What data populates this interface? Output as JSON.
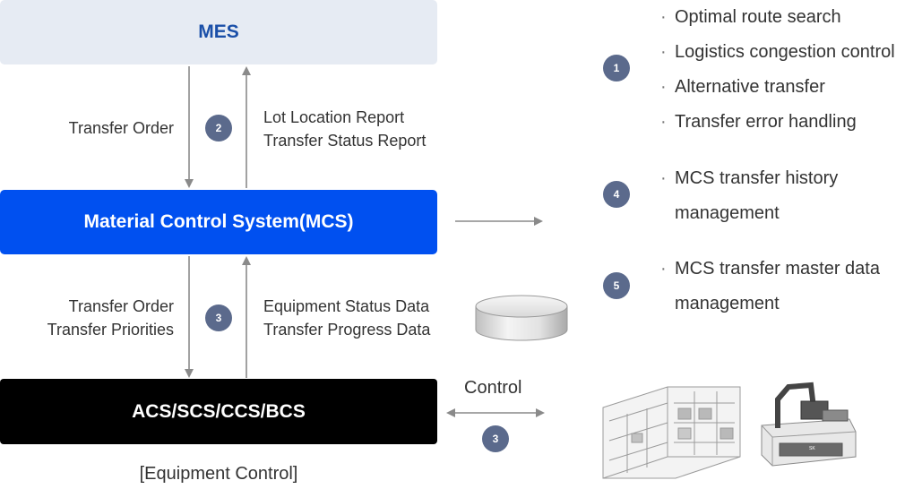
{
  "boxes": {
    "mes": "MES",
    "mcs": "Material Control System(MCS)",
    "acs": "ACS/SCS/CCS/BCS"
  },
  "links": {
    "mes_mcs": {
      "down_label": "Transfer Order",
      "badge": "2",
      "up_labels": [
        "Lot Location Report",
        "Transfer Status Report"
      ]
    },
    "mcs_acs": {
      "down_labels": [
        "Transfer Order",
        "Transfer Priorities"
      ],
      "badge": "3",
      "up_labels": [
        "Equipment Status Data",
        "Transfer Progress Data"
      ]
    },
    "control": {
      "label": "Control",
      "badge": "3"
    }
  },
  "footer_label": "[Equipment Control]",
  "features": [
    {
      "badge": "1",
      "items": [
        "Optimal route search",
        "Logistics congestion control",
        "Alternative transfer",
        "Transfer error handling"
      ]
    },
    {
      "badge": "4",
      "items": [
        "MCS transfer history",
        "management"
      ]
    },
    {
      "badge": "5",
      "items": [
        "MCS transfer master data",
        "management"
      ]
    }
  ],
  "colors": {
    "mes_bg": "#e6ebf3",
    "mes_text": "#1a4fa8",
    "mcs_bg": "#0050f0",
    "acs_bg": "#000000",
    "badge": "#5b6a8c",
    "arrow": "#8a8a8a"
  },
  "icons": {
    "database": "database-cylinder-icon",
    "equipment": "warehouse-stocker-and-robot-icon"
  }
}
